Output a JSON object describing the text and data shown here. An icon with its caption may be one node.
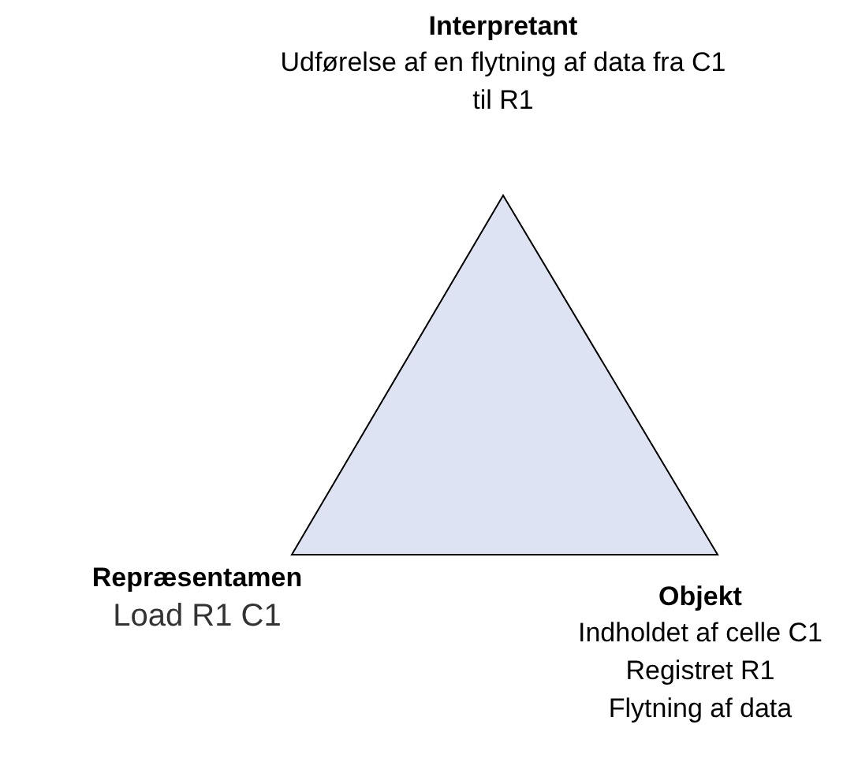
{
  "diagram": {
    "nodes": [
      {
        "text": [
          "Interpretant",
          "Udførelse af en flytning af data fra C1 til R1"
        ]
      },
      {
        "text": [
          "Repræsentamen",
          "Load R1 C1"
        ]
      },
      {
        "text": [
          "Objekt",
          "Indholdet af celle C1",
          "Registret R1",
          "Flytning af data"
        ]
      }
    ]
  }
}
